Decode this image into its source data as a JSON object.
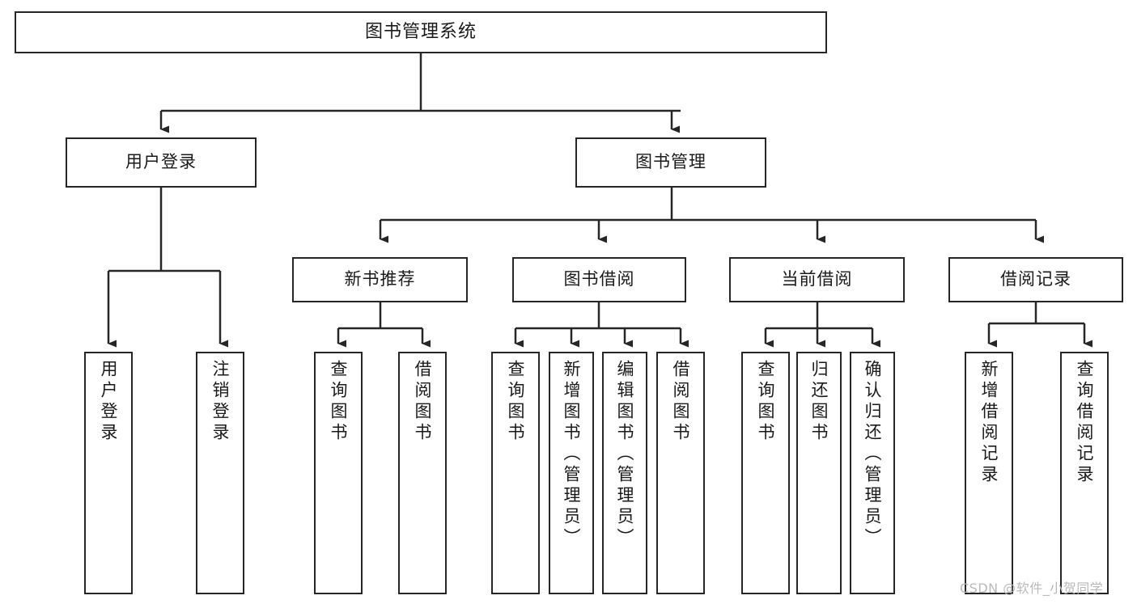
{
  "diagram": {
    "title": "图书管理系统",
    "type": "tree-hierarchy-chart",
    "root": {
      "label": "图书管理系统"
    },
    "level2": [
      {
        "label": "用户登录"
      },
      {
        "label": "图书管理"
      }
    ],
    "level3": [
      {
        "label": "新书推荐"
      },
      {
        "label": "图书借阅"
      },
      {
        "label": "当前借阅"
      },
      {
        "label": "借阅记录"
      }
    ],
    "leaves": {
      "user_login": [
        {
          "label": "用户登录"
        },
        {
          "label": "注销登录"
        }
      ],
      "new_book": [
        {
          "label": "查询图书"
        },
        {
          "label": "借阅图书"
        }
      ],
      "book_borrow": [
        {
          "label": "查询图书"
        },
        {
          "label": "新增图书（管理员）"
        },
        {
          "label": "编辑图书（管理员）"
        },
        {
          "label": "借阅图书"
        }
      ],
      "current_borrow": [
        {
          "label": "查询图书"
        },
        {
          "label": "归还图书"
        },
        {
          "label": "确认归还（管理员）"
        }
      ],
      "borrow_record": [
        {
          "label": "新增借阅记录"
        },
        {
          "label": "查询借阅记录"
        }
      ]
    }
  },
  "watermark": {
    "text": "CSDN @软件_小贺同学"
  },
  "colors": {
    "stroke": "#262626",
    "fill": "#ffffff",
    "text": "#1a1a1a",
    "watermark": "#b9b9b9"
  }
}
